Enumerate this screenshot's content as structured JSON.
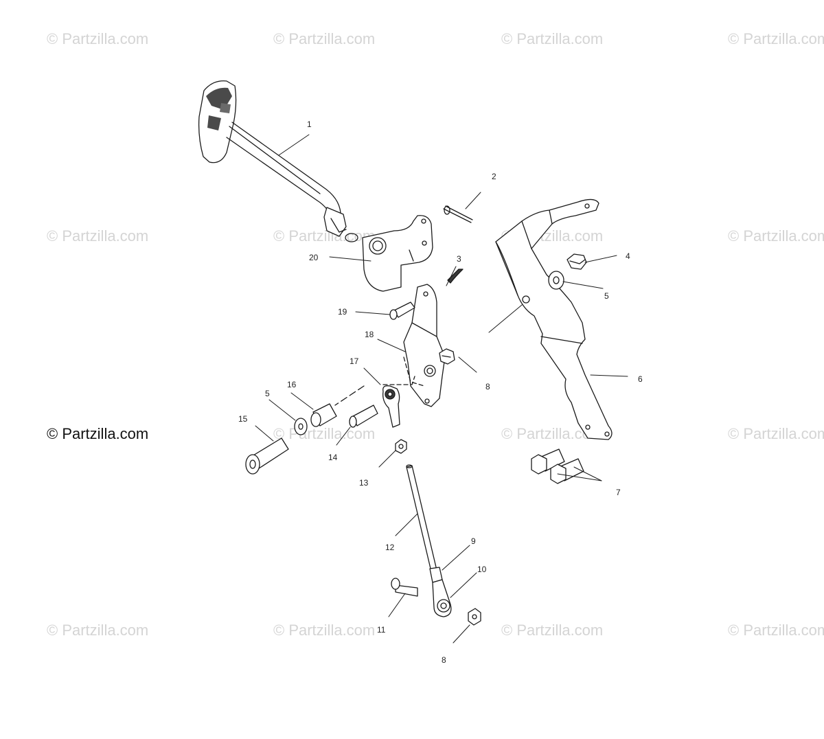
{
  "watermarks": {
    "text": "© Partzilla.com",
    "main_text": "© Partzilla.com"
  },
  "callouts": {
    "c1": "1",
    "c2": "2",
    "c3": "3",
    "c4": "4",
    "c5a": "5",
    "c5b": "5",
    "c6": "6",
    "c7": "7",
    "c8a": "8",
    "c8b": "8",
    "c9": "9",
    "c10": "10",
    "c11": "11",
    "c12": "12",
    "c13": "13",
    "c14": "14",
    "c15": "15",
    "c16": "16",
    "c17": "17",
    "c18": "18",
    "c19": "19",
    "c20": "20"
  },
  "colors": {
    "line": "#1a1a1a",
    "watermark": "#d4d4d4",
    "dark_fill": "#3a3a3a"
  }
}
